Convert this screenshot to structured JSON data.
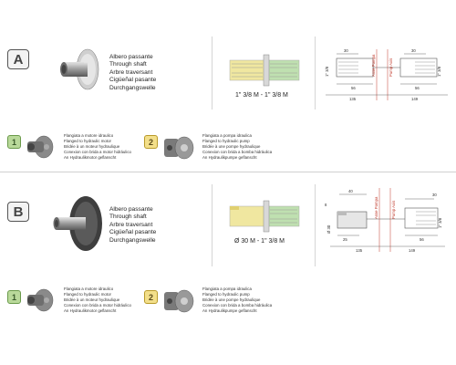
{
  "sections": [
    {
      "badge": "A",
      "labels": [
        "Albero passante",
        "Through shaft",
        "Arbre traversant",
        "Cigüeñal pasante",
        "Durchgangswelle"
      ],
      "spline": "1\" 3/8 M - 1\" 3/8 M",
      "opt1": {
        "num": "1",
        "lines": [
          "Flangiata a motore idraulico",
          "Flanged to hydraulic motor",
          "Bridée à un moteur hydraulique",
          "Conexion con brida a motor hidráulico",
          "An Hydraulikmotor geflanscht"
        ]
      },
      "opt2": {
        "num": "2",
        "lines": [
          "Flangiata a pompa idraulica",
          "Flanged to hydraulic pump",
          "Bridée à une pompe hydraulique",
          "Conexion con brida a bomba hidráulica",
          "An Hydraulikpumpe geflanscht"
        ]
      },
      "dims": {
        "top_left": "30",
        "top_right": "30",
        "left_side": "1\" 3/8",
        "right_side": "1\" 3/8",
        "inner_left": "56",
        "inner_right": "56",
        "bottom_left": "135",
        "bottom_right": "149",
        "axis1": "Asse Pompa",
        "axis2": "Pump Axis"
      }
    },
    {
      "badge": "B",
      "labels": [
        "Albero passante",
        "Through shaft",
        "Arbre traversant",
        "Cigüeñal pasante",
        "Durchgangswelle"
      ],
      "spline": "Ø 30 M - 1\" 3/8 M",
      "opt1": {
        "num": "1",
        "lines": [
          "Flangiata a motore idraulico",
          "Flanged to hydraulic motor",
          "Bridée à un moteur hydraulique",
          "Conexion con brida a motor hidráulico",
          "An Hydraulikmotor geflanscht"
        ]
      },
      "opt2": {
        "num": "2",
        "lines": [
          "Flangiata a pompa idraulica",
          "Flanged to hydraulic pump",
          "Bridée à une pompe hydraulique",
          "Conexion con brida a bomba hidráulica",
          "An Hydraulikpumpe geflanscht"
        ]
      },
      "dims": {
        "top_left": "40",
        "top_right": "30",
        "left_side": "Ø 30",
        "right_side": "1\" 3/8",
        "key": "8",
        "inner_left": "25",
        "inner_right": "56",
        "bottom_left": "135",
        "bottom_right": "149",
        "axis1": "Asse Pompa",
        "axis2": "Pump Axis"
      }
    }
  ],
  "colors": {
    "badge1_fill": "#b9d99a",
    "badge1_border": "#6a9a4a",
    "badge2_fill": "#f3df8a",
    "badge2_border": "#b99a2a",
    "spline_yellow": "#f0e7a0",
    "spline_green": "#bfe0b0",
    "axis_red": "#c0392b"
  }
}
